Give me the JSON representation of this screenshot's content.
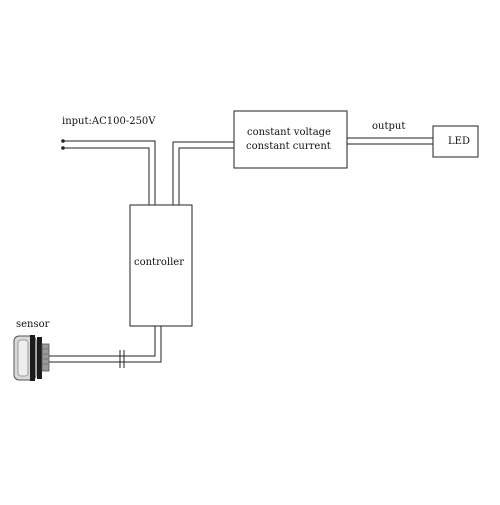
{
  "diagram": {
    "input_label": "input:AC100-250V",
    "output_label": "output",
    "driver": {
      "line1": "constant voltage",
      "line2": "constant current"
    },
    "led_label": "LED",
    "controller_label": "controller",
    "sensor_label": "sensor"
  }
}
